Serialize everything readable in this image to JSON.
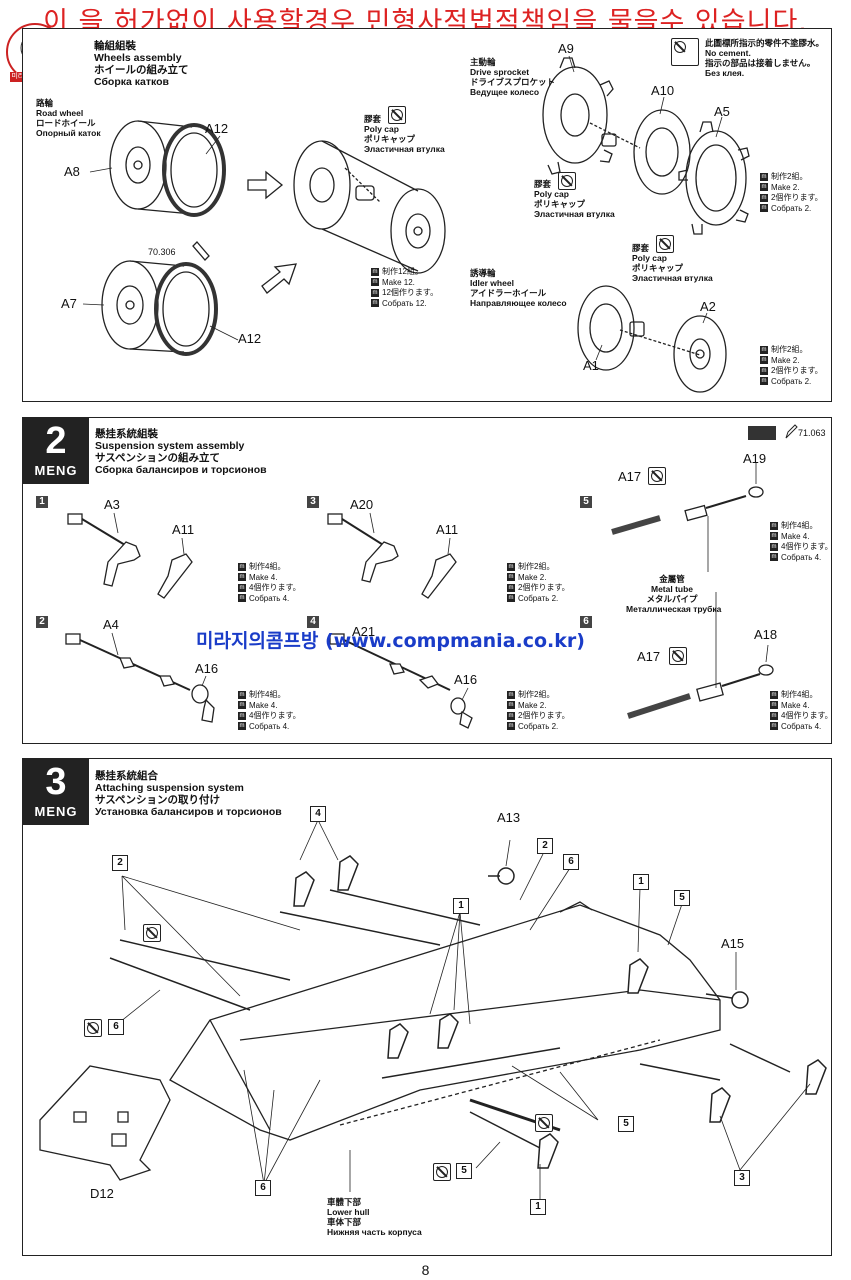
{
  "watermark": "이 을 허가없이 사용할경우 민형사적법적책임을 물을수 있습니다.",
  "site_watermark": "미라지의콤프방 (www.compmania.co.kr)",
  "logo_text": "미라지의 콤프방",
  "page_number": "8",
  "step1": {
    "title_zh": "輪組組裝",
    "title_en": "Wheels assembly",
    "title_ja": "ホイールの組み立て",
    "title_ru": "Сборка катков",
    "road_wheel": [
      "路輪",
      "Road wheel",
      "ロードホイール",
      "Опорный каток"
    ],
    "polycap": [
      "膠套",
      "Poly cap",
      "ポリキャップ",
      "Эластичная втулка"
    ],
    "paint_code": "70.306",
    "make12": [
      "制作12組。",
      "Make 12.",
      "12個作ります。",
      "Собрать 12."
    ],
    "drive_sprocket": [
      "主動輪",
      "Drive sprocket",
      "ドライブスプロケット",
      "Ведущее колесо"
    ],
    "no_cement": [
      "此圖標所指示的零件不塗膠水。",
      "No cement.",
      "指示の部品は接着しません。",
      "Без клея."
    ],
    "idler_wheel": [
      "誘導輪",
      "Idler wheel",
      "アイドラーホイール",
      "Направляющее колесо"
    ],
    "make2": [
      "制作2組。",
      "Make 2.",
      "2個作ります。",
      "Собрать 2."
    ],
    "parts": {
      "a12": "A12",
      "a8": "A8",
      "a7": "A7",
      "a9": "A9",
      "a10": "A10",
      "a5": "A5",
      "a1": "A1",
      "a2": "A2"
    }
  },
  "step2": {
    "number": "2",
    "brand": "MENG",
    "title_zh": "懸挂系統組裝",
    "title_en": "Suspension system assembly",
    "title_ja": "サスペンションの組み立て",
    "title_ru": "Сборка балансиров и торсионов",
    "paint_code": "71.063",
    "metal_tube": [
      "金屬管",
      "Metal tube",
      "メタルパイプ",
      "Металлическая трубка"
    ],
    "make4": [
      "制作4組。",
      "Make 4.",
      "4個作ります。",
      "Собрать 4."
    ],
    "make2": [
      "制作2組。",
      "Make 2.",
      "2個作ります。",
      "Собрать 2."
    ],
    "subs": [
      "1",
      "2",
      "3",
      "4",
      "5",
      "6"
    ],
    "parts": {
      "a3": "A3",
      "a11": "A11",
      "a20": "A20",
      "a4": "A4",
      "a16": "A16",
      "a21": "A21",
      "a17": "A17",
      "a19": "A19",
      "a18": "A18"
    }
  },
  "step3": {
    "number": "3",
    "brand": "MENG",
    "title_zh": "懸挂系統組合",
    "title_en": "Attaching suspension system",
    "title_ja": "サスペンションの取り付け",
    "title_ru": "Установка балансиров и торсионов",
    "lower_hull": [
      "車體下部",
      "Lower hull",
      "車体下部",
      "Нижняя часть корпуса"
    ],
    "parts": {
      "a13": "A13",
      "a15": "A15",
      "d12": "D12"
    },
    "callouts": {
      "c4": "4",
      "c2": "2",
      "c6": "6",
      "c1": "1",
      "c5": "5",
      "c3": "3"
    }
  }
}
